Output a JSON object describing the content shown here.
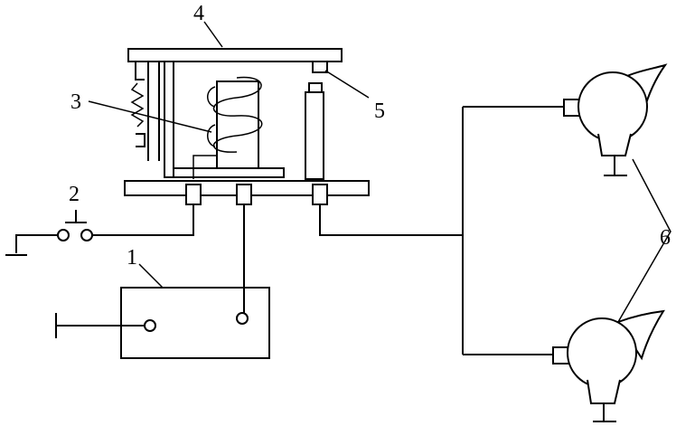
{
  "diagram": {
    "labels": {
      "battery": "1",
      "push_button": "2",
      "coil": "3",
      "armature": "4",
      "contacts": "5",
      "horns": "6"
    }
  }
}
